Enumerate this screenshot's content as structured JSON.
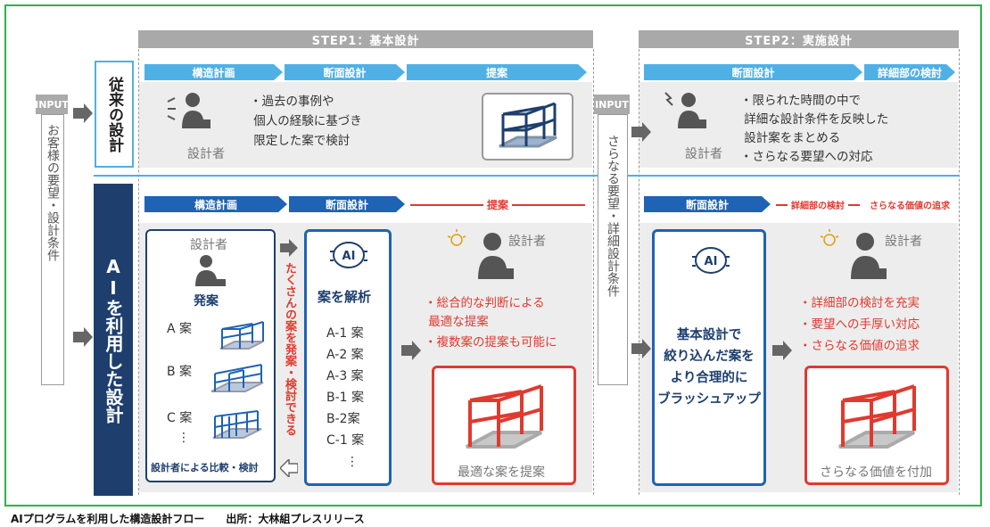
{
  "step1": "STEP1：基本設計",
  "step2": "STEP2：実施設計",
  "input_label": "INPUT",
  "left_input_text": "お客様の要望・設計条件",
  "mid_input_text": "さらなる要望・詳細設計条件",
  "conventional": {
    "title": "従来の設計",
    "phases": [
      "構造計画",
      "断面設計",
      "提案"
    ],
    "designer": "設計者",
    "text": "・過去の事例や\n 個人の経験に基づき\n 限定した案で検討",
    "step2_phases": [
      "断面設計",
      "詳細部の検討"
    ],
    "step2_text": "・限られた時間の中で\n 詳細な設計条件を反映した\n 設計案をまとめる\n・さらなる要望への対応"
  },
  "ai": {
    "title": "AIを利用した設計",
    "phases": [
      "構造計画",
      "断面設計",
      "提案"
    ],
    "designer": "設計者",
    "propose": "発案",
    "plans": [
      "A 案",
      "B 案",
      "C 案",
      "⋮"
    ],
    "compare": "設計者による比較・検討",
    "many_plans": "たくさんの案を発案・検討できる",
    "ai_label": "AI",
    "analyze": "案を解析",
    "analyzed": [
      "A-1 案",
      "A-2 案",
      "A-3 案",
      "B-1 案",
      "B-2案",
      "C-1 案",
      "⋮"
    ],
    "benefits": [
      "・総合的な判断による\n 最適な提案",
      "・複数案の提案も可能に"
    ],
    "optimal": "最適な案を提案",
    "step2_phases": [
      "断面設計",
      "詳細部の検討",
      "さらなる価値の追求"
    ],
    "brushup": "基本設計で\n絞り込んだ案を\nより合理的に\nブラッシュアップ",
    "step2_benefits": [
      "・詳細部の検討を充実",
      "・要望への手厚い対応",
      "・さらなる価値の追求"
    ],
    "more_value": "さらなる価値を付加"
  },
  "caption": "AIプログラムを利用した構造設計フロー　　出所：大林組プレスリリース",
  "colors": {
    "green": "#2db24a",
    "light_blue": "#4fb0e6",
    "dark_blue": "#1e63b4",
    "navy": "#1e3f6e",
    "red": "#e03a2f"
  }
}
